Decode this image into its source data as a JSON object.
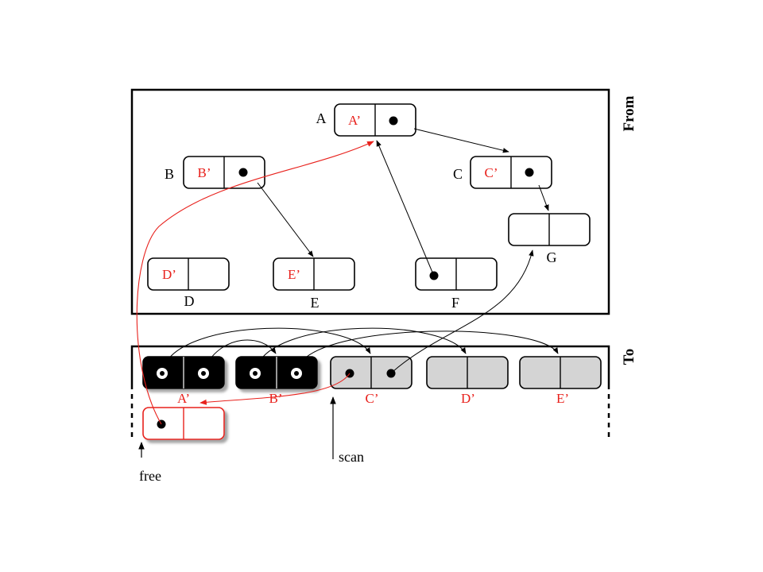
{
  "from_space": {
    "label": "From",
    "nodes": [
      {
        "id": "A",
        "name": "A",
        "forward": "A’"
      },
      {
        "id": "B",
        "name": "B",
        "forward": "B’"
      },
      {
        "id": "C",
        "name": "C",
        "forward": "C’"
      },
      {
        "id": "D",
        "name": "D",
        "forward": "D’"
      },
      {
        "id": "E",
        "name": "E",
        "forward": "E’"
      },
      {
        "id": "F",
        "name": "F",
        "forward": ""
      },
      {
        "id": "G",
        "name": "G",
        "forward": ""
      }
    ]
  },
  "to_space": {
    "label": "To",
    "copies": [
      {
        "id": "Ap",
        "name": "A’",
        "state": "scanned"
      },
      {
        "id": "Bp",
        "name": "B’",
        "state": "scanned"
      },
      {
        "id": "Cp",
        "name": "C’",
        "state": "copied"
      },
      {
        "id": "Dp",
        "name": "D’",
        "state": "copied"
      },
      {
        "id": "Ep",
        "name": "E’",
        "state": "copied"
      },
      {
        "id": "new",
        "name": "",
        "state": "new"
      }
    ]
  },
  "pointers": {
    "scan": "scan",
    "free": "free"
  },
  "colors": {
    "forward_text": "#e8211c",
    "new_copy": "#e8211c",
    "scanned_fill": "#000000",
    "copied_fill": "#d4d4d4",
    "edge": "#000000"
  }
}
